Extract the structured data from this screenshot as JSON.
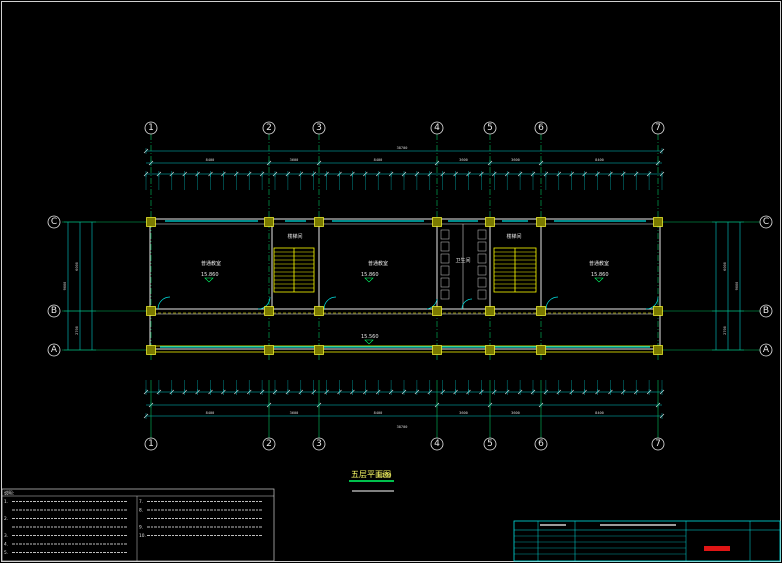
{
  "drawing": {
    "title": "五层平面图",
    "scale": "1:100",
    "level_labels": [
      "15.860",
      "15.860",
      "15.860",
      "15.560"
    ],
    "room_labels": [
      "普通教室",
      "楼梯间",
      "普通教室",
      "卫生间",
      "楼梯间",
      "普通教室"
    ]
  },
  "axes": {
    "vertical": [
      "1",
      "2",
      "3",
      "4",
      "5",
      "6",
      "7"
    ],
    "horizontal": [
      "C",
      "B",
      "A"
    ]
  },
  "dimensions": {
    "overall_top": "38700",
    "overall_bottom": "38700",
    "bays_top": [
      "8400",
      "3600",
      "8400",
      "3600",
      "3600",
      "8400"
    ],
    "bays_bottom": [
      "8400",
      "3600",
      "8400",
      "3600",
      "3600",
      "8400"
    ],
    "left_side": [
      "6000",
      "2700",
      "9000"
    ],
    "right_side": [
      "6000",
      "2700",
      "9000"
    ]
  },
  "notes": {
    "heading": "说明:",
    "left": [
      "1.",
      "",
      "2.",
      "",
      "3.",
      "4.",
      "5."
    ],
    "right": [
      "7.",
      "8.",
      "",
      "9.",
      "10."
    ]
  },
  "title_block": {
    "stamp_color": "#e01515"
  }
}
